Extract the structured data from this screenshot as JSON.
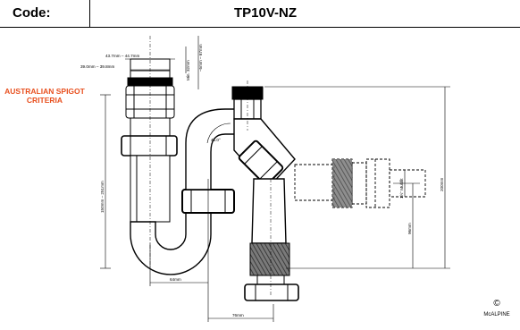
{
  "header": {
    "code_label": "Code:",
    "code_value": "TP10V-NZ"
  },
  "notes": {
    "spigot_criteria_line1": "AUSTRALIAN SPIGOT",
    "spigot_criteria_line2": "CRITERIA"
  },
  "dimensions": {
    "outer_dia": "43.7mm – 44.7mm",
    "inner_dia": "39.0mm – 39.8mm",
    "min_depth": "Min. 32mm",
    "depth_tol": "–5mm – 67mm",
    "spigot_height": "150mm – 251mm",
    "angle": "45.0°",
    "total_height": "200mm",
    "waste_size": "1½\" Multifit",
    "outlet_height": "96mm",
    "offset_1": "64mm",
    "offset_2": "76mm"
  },
  "footer": {
    "copyright": "©",
    "brand": "McALPINE"
  },
  "colors": {
    "accent": "#e8501f",
    "line": "#000000",
    "fill_light": "#ffffff",
    "fill_mid": "#8a8a8a"
  }
}
